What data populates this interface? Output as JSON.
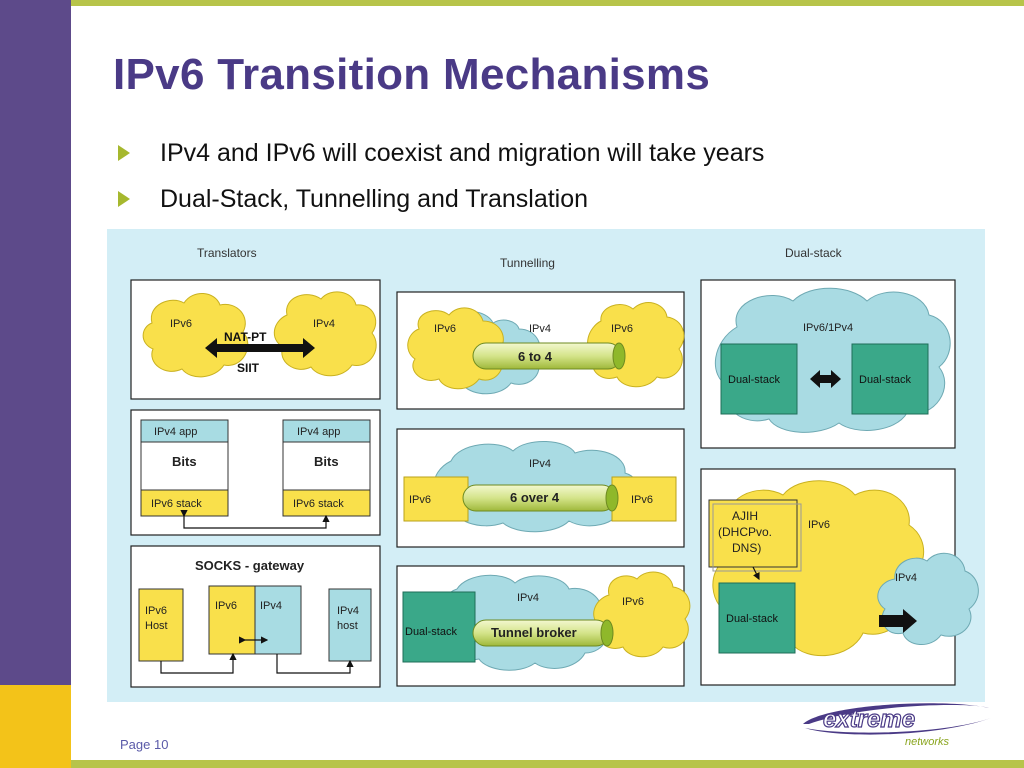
{
  "slide": {
    "title": "IPv6 Transition Mechanisms",
    "bullets": [
      "IPv4 and IPv6 will coexist and migration will take years",
      "Dual-Stack, Tunnelling and Translation"
    ],
    "page_label": "Page 10"
  },
  "diagram": {
    "translators": {
      "heading": "Translators",
      "natpt": {
        "left_cloud": "IPv6",
        "right_cloud": "IPv4",
        "label1": "NAT-PT",
        "label2": "SIIT"
      },
      "bits": {
        "left": {
          "top": "IPv4 app",
          "middle": "Bits",
          "bottom": "IPv6 stack"
        },
        "right": {
          "top": "IPv4 app",
          "middle": "Bits",
          "bottom": "IPv6 stack"
        }
      },
      "socks": {
        "title": "SOCKS - gateway",
        "ipv6_host_1": "IPv6",
        "ipv6_host_2": "Host",
        "gw_ipv6": "IPv6",
        "gw_ipv4": "IPv4",
        "ipv4_host_1": "IPv4",
        "ipv4_host_2": "host"
      }
    },
    "tunnelling": {
      "heading": "Tunnelling",
      "six_to_four": {
        "left_cloud": "IPv6",
        "middle_cloud": "IPv4",
        "right_cloud": "IPv6",
        "tube": "6 to 4"
      },
      "six_over_four": {
        "cloud": "IPv4",
        "left_box": "IPv6",
        "right_box": "IPv6",
        "tube": "6 over 4"
      },
      "broker": {
        "cloud_ipv4": "IPv4",
        "cloud_ipv6": "IPv6",
        "box": "Dual-stack",
        "tube": "Tunnel broker"
      }
    },
    "dualstack": {
      "heading": "Dual-stack",
      "panel1": {
        "cloud": "IPv6/1Pv4",
        "left_box": "Dual-stack",
        "right_box": "Dual-stack"
      },
      "panel2": {
        "ajih1": "AJIH",
        "ajih2": "(DHCPvo.",
        "ajih3": "DNS)",
        "cloud_ipv6": "IPv6",
        "box": "Dual-stack",
        "cloud_ipv4": "IPv4"
      }
    }
  },
  "logo": {
    "word1": "extreme",
    "word2": "networks"
  },
  "colors": {
    "purple": "#5d4a8a",
    "title": "#4a3a86",
    "olive": "#b7c44a",
    "yellow_band": "#f3c319",
    "diagram_bg": "#d3eef6",
    "cloud_yellow": "#f9e04b",
    "cloud_blue": "#a9dbe3",
    "box_green": "#3aa889",
    "box_blue": "#a8dce3"
  }
}
